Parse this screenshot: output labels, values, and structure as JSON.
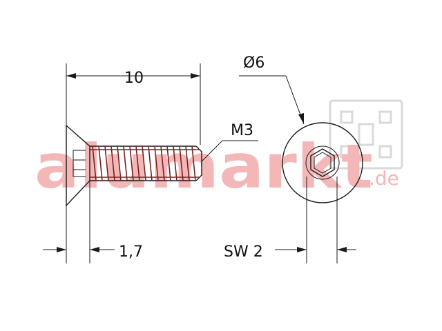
{
  "watermark": {
    "brand_text": "alumarkt",
    "brand_suffix": ".de",
    "color": "#f4b7b7"
  },
  "dimensions": {
    "length": "10",
    "thread": "M3",
    "head_diameter": "Ø6",
    "head_height": "1,7",
    "socket_size": "SW 2"
  },
  "colors": {
    "line": "#1a1a1a",
    "thread_line": "#7a2020"
  }
}
